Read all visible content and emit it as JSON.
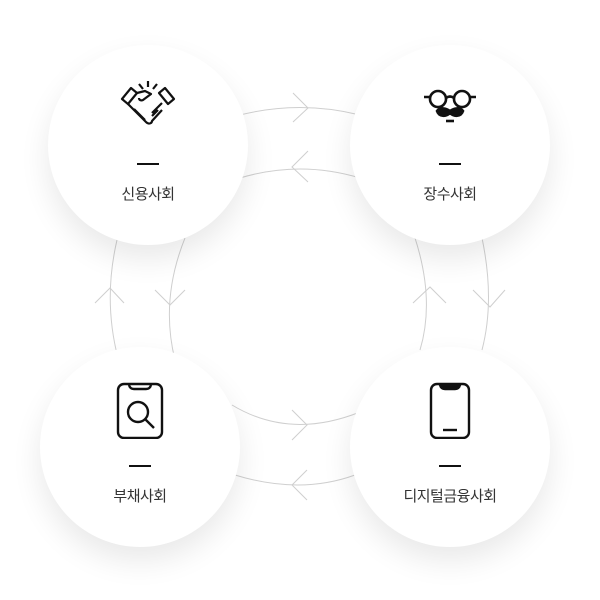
{
  "nodes": [
    {
      "id": "credit",
      "label": "신용사회",
      "icon": "handshake-icon"
    },
    {
      "id": "longevity",
      "label": "장수사회",
      "icon": "glasses-mustache-icon"
    },
    {
      "id": "debt",
      "label": "부채사회",
      "icon": "phone-search-icon"
    },
    {
      "id": "digital",
      "label": "디지털금융사회",
      "icon": "smartphone-icon"
    }
  ],
  "colors": {
    "line": "#cccccc",
    "icon": "#111111",
    "text": "#333333"
  }
}
